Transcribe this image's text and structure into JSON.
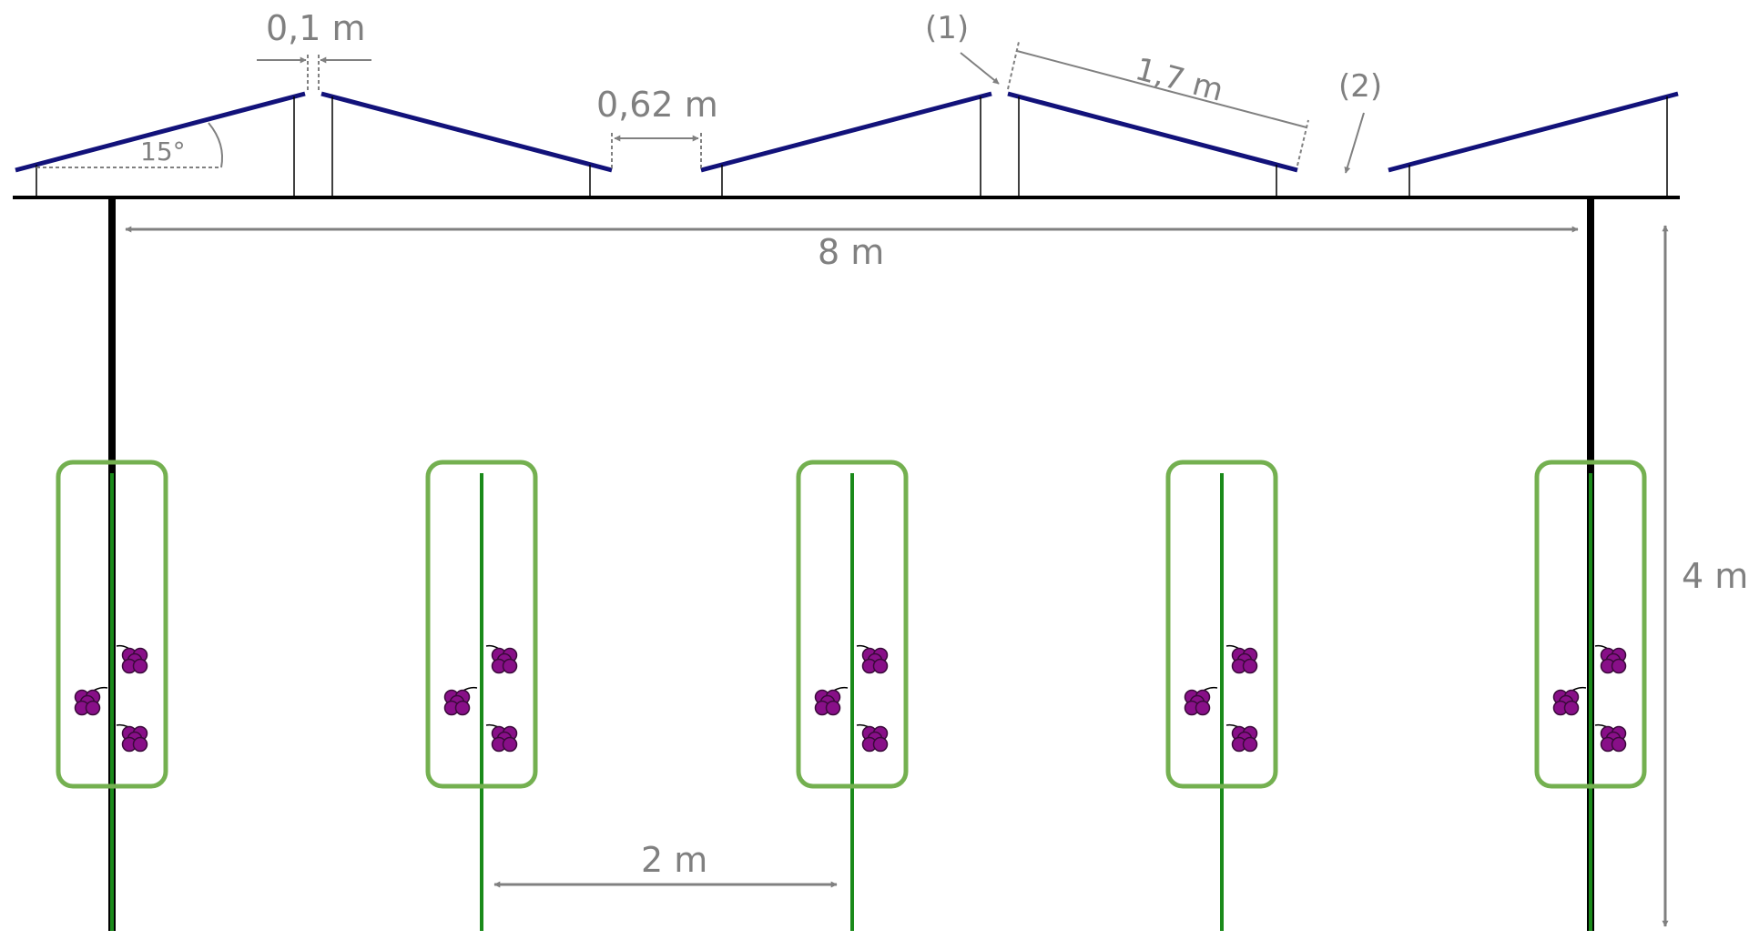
{
  "labels": {
    "gap_between_halves": "0,1 m",
    "gap_between_pairs": "0,62 m",
    "panel_length": "1,7 m",
    "tilt_angle": "15°",
    "marker_1": "(1)",
    "marker_2": "(2)",
    "structure_span": "8 m",
    "structure_height": "4 m",
    "row_spacing": "2 m"
  },
  "colors": {
    "panel": "#12127a",
    "dimension": "#808080",
    "frame": "#000000",
    "vine_stem": "#1a8a1a",
    "canopy_outline": "#74b050",
    "grape_fill": "#880f88",
    "grape_outline": "#3a0a3a"
  },
  "vine_rows": 5
}
